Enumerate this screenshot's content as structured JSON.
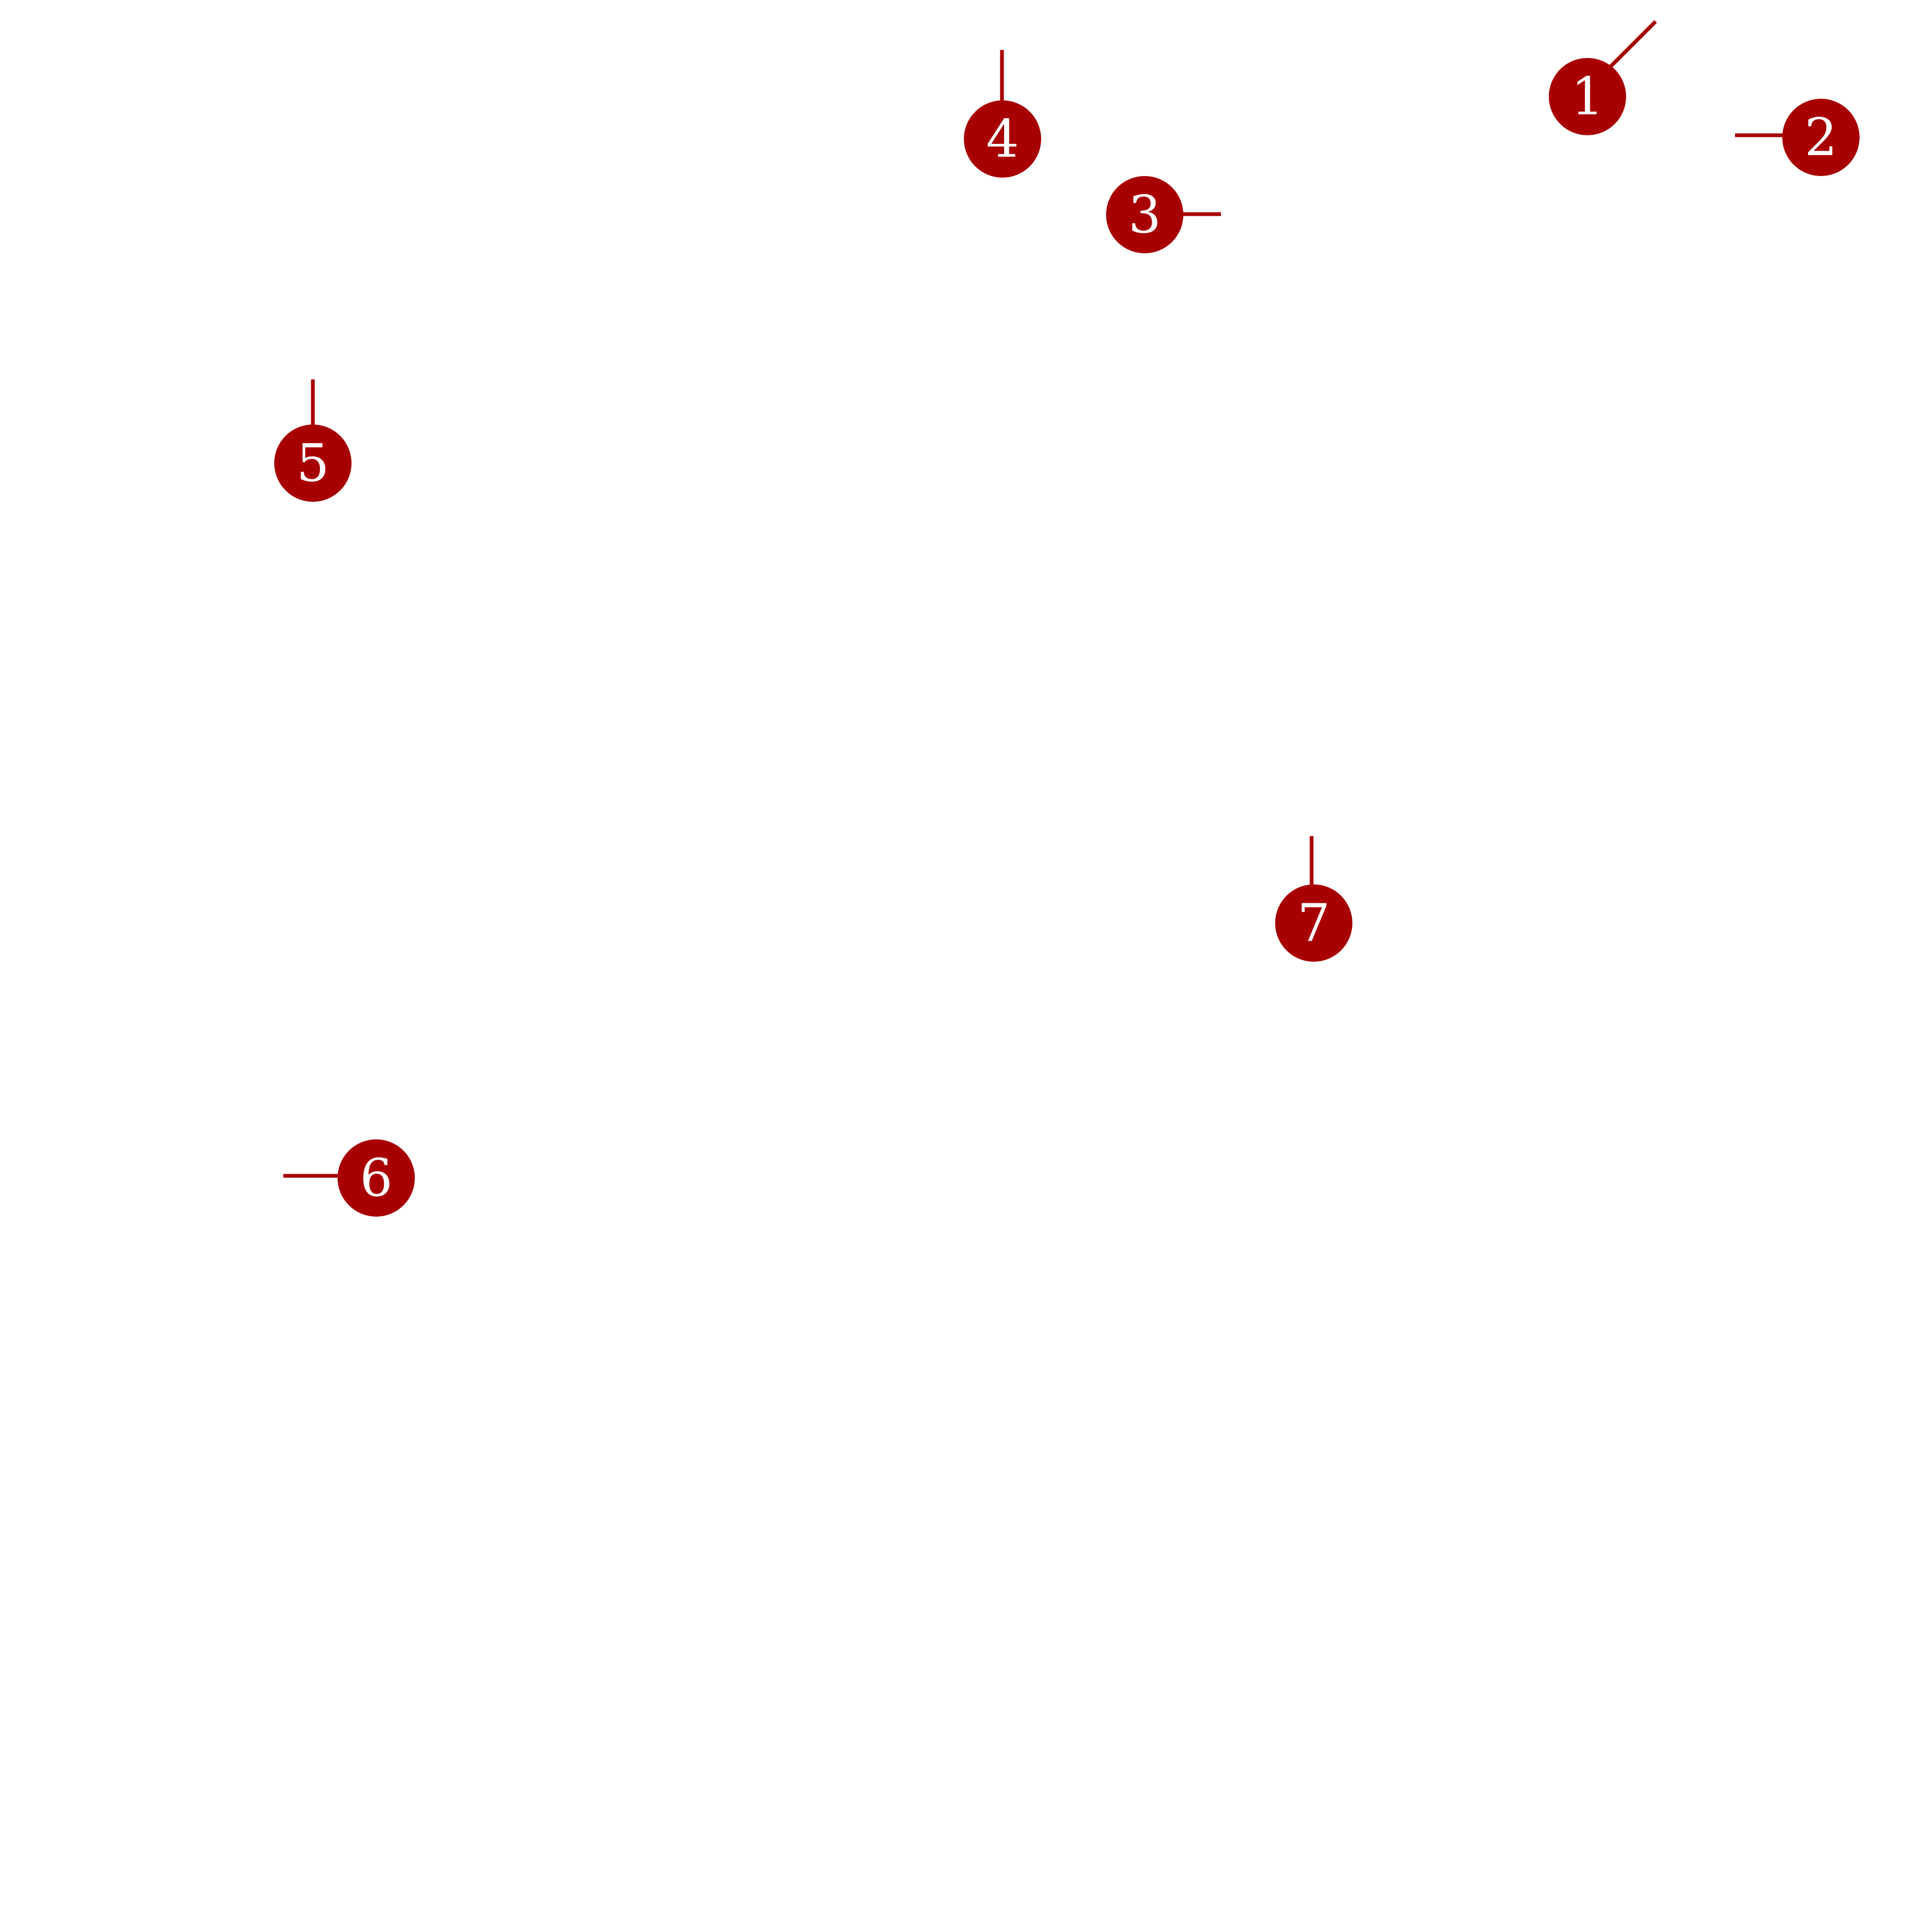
{
  "colors": {
    "background": "#ffffff",
    "marker": "#a80000",
    "number": "#ffffff"
  },
  "callouts": [
    {
      "id": "callout-1",
      "number": "1",
      "leader_direction": "up-right"
    },
    {
      "id": "callout-2",
      "number": "2",
      "leader_direction": "left"
    },
    {
      "id": "callout-3",
      "number": "3",
      "leader_direction": "right"
    },
    {
      "id": "callout-4",
      "number": "4",
      "leader_direction": "up"
    },
    {
      "id": "callout-5",
      "number": "5",
      "leader_direction": "up"
    },
    {
      "id": "callout-6",
      "number": "6",
      "leader_direction": "left"
    },
    {
      "id": "callout-7",
      "number": "7",
      "leader_direction": "up"
    }
  ]
}
